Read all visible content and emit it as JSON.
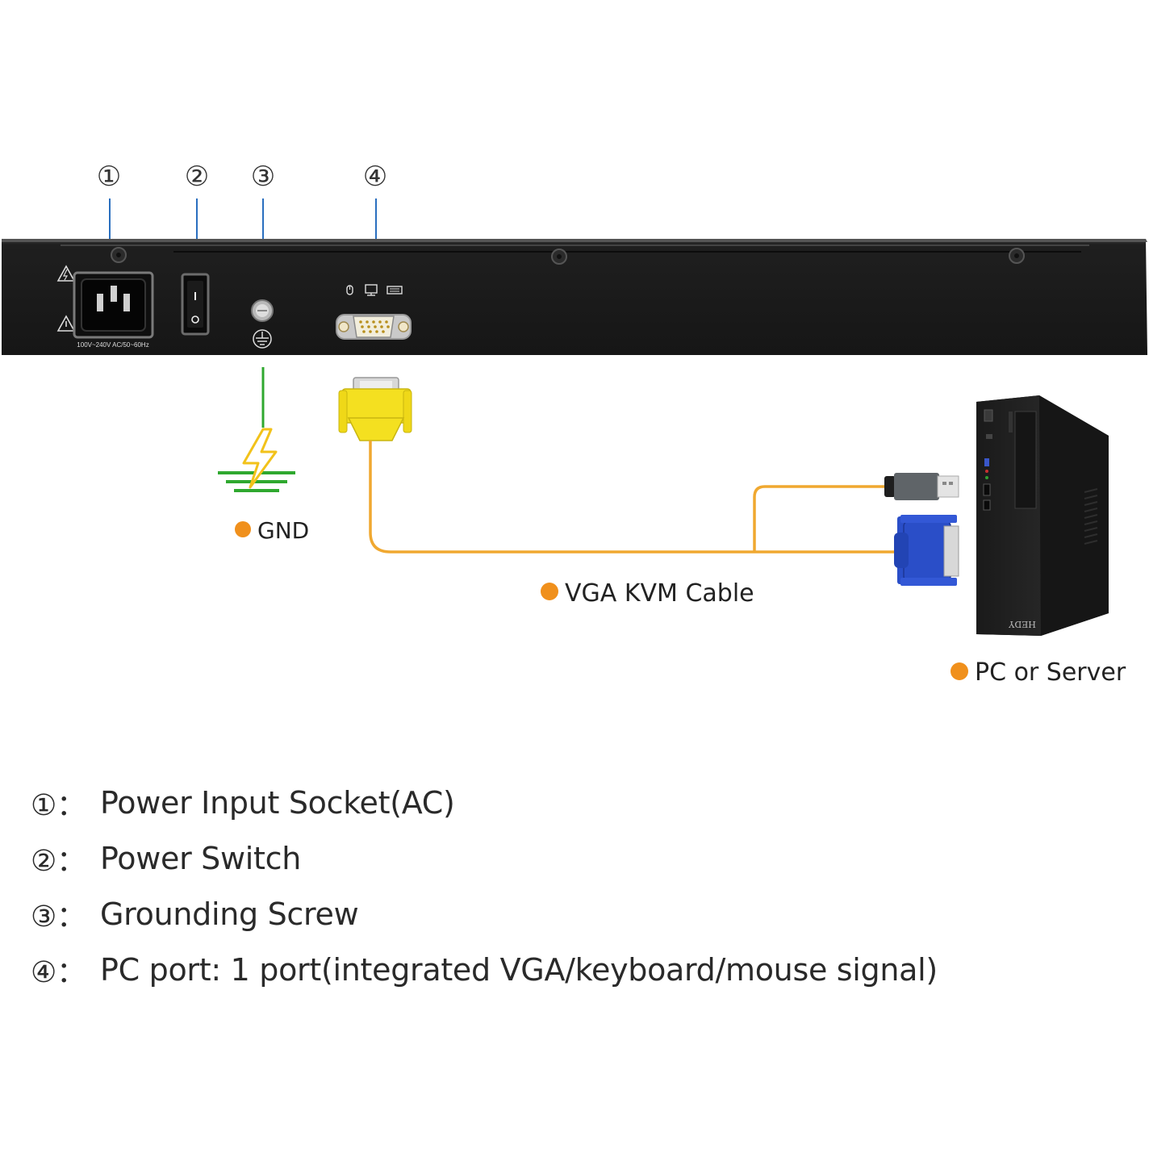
{
  "callouts": [
    {
      "num": "①",
      "label": "Power Input Socket(AC)"
    },
    {
      "num": "②",
      "label": "Power Switch"
    },
    {
      "num": "③",
      "label": "Grounding Screw"
    },
    {
      "num": "④",
      "label": "PC port: 1 port(integrated VGA/keyboard/mouse signal)"
    }
  ],
  "callout_numbers": [
    "①",
    "②",
    "③",
    "④"
  ],
  "callout_separator": "：",
  "panel": {
    "power_rating_text": "100V~240V AC/50~60Hz"
  },
  "labels": {
    "gnd": "GND",
    "cable": "VGA KVM Cable",
    "pc": "PC or Server",
    "pc_brand": "HEDY"
  },
  "colors": {
    "accent_dot": "#f0901c",
    "cable": "#f0a830",
    "ground": "#2fa82f",
    "ground_bolt": "#f2c21a",
    "callout_line": "#2a6fbf",
    "vga_connector_yellow": "#f4e020",
    "vga_connector_blue": "#2a4ec8",
    "device_body": "#222222"
  },
  "icons": [
    "warning-icon",
    "ground-symbol-icon",
    "mouse-icon",
    "monitor-icon",
    "keyboard-icon",
    "bolt-icon"
  ]
}
